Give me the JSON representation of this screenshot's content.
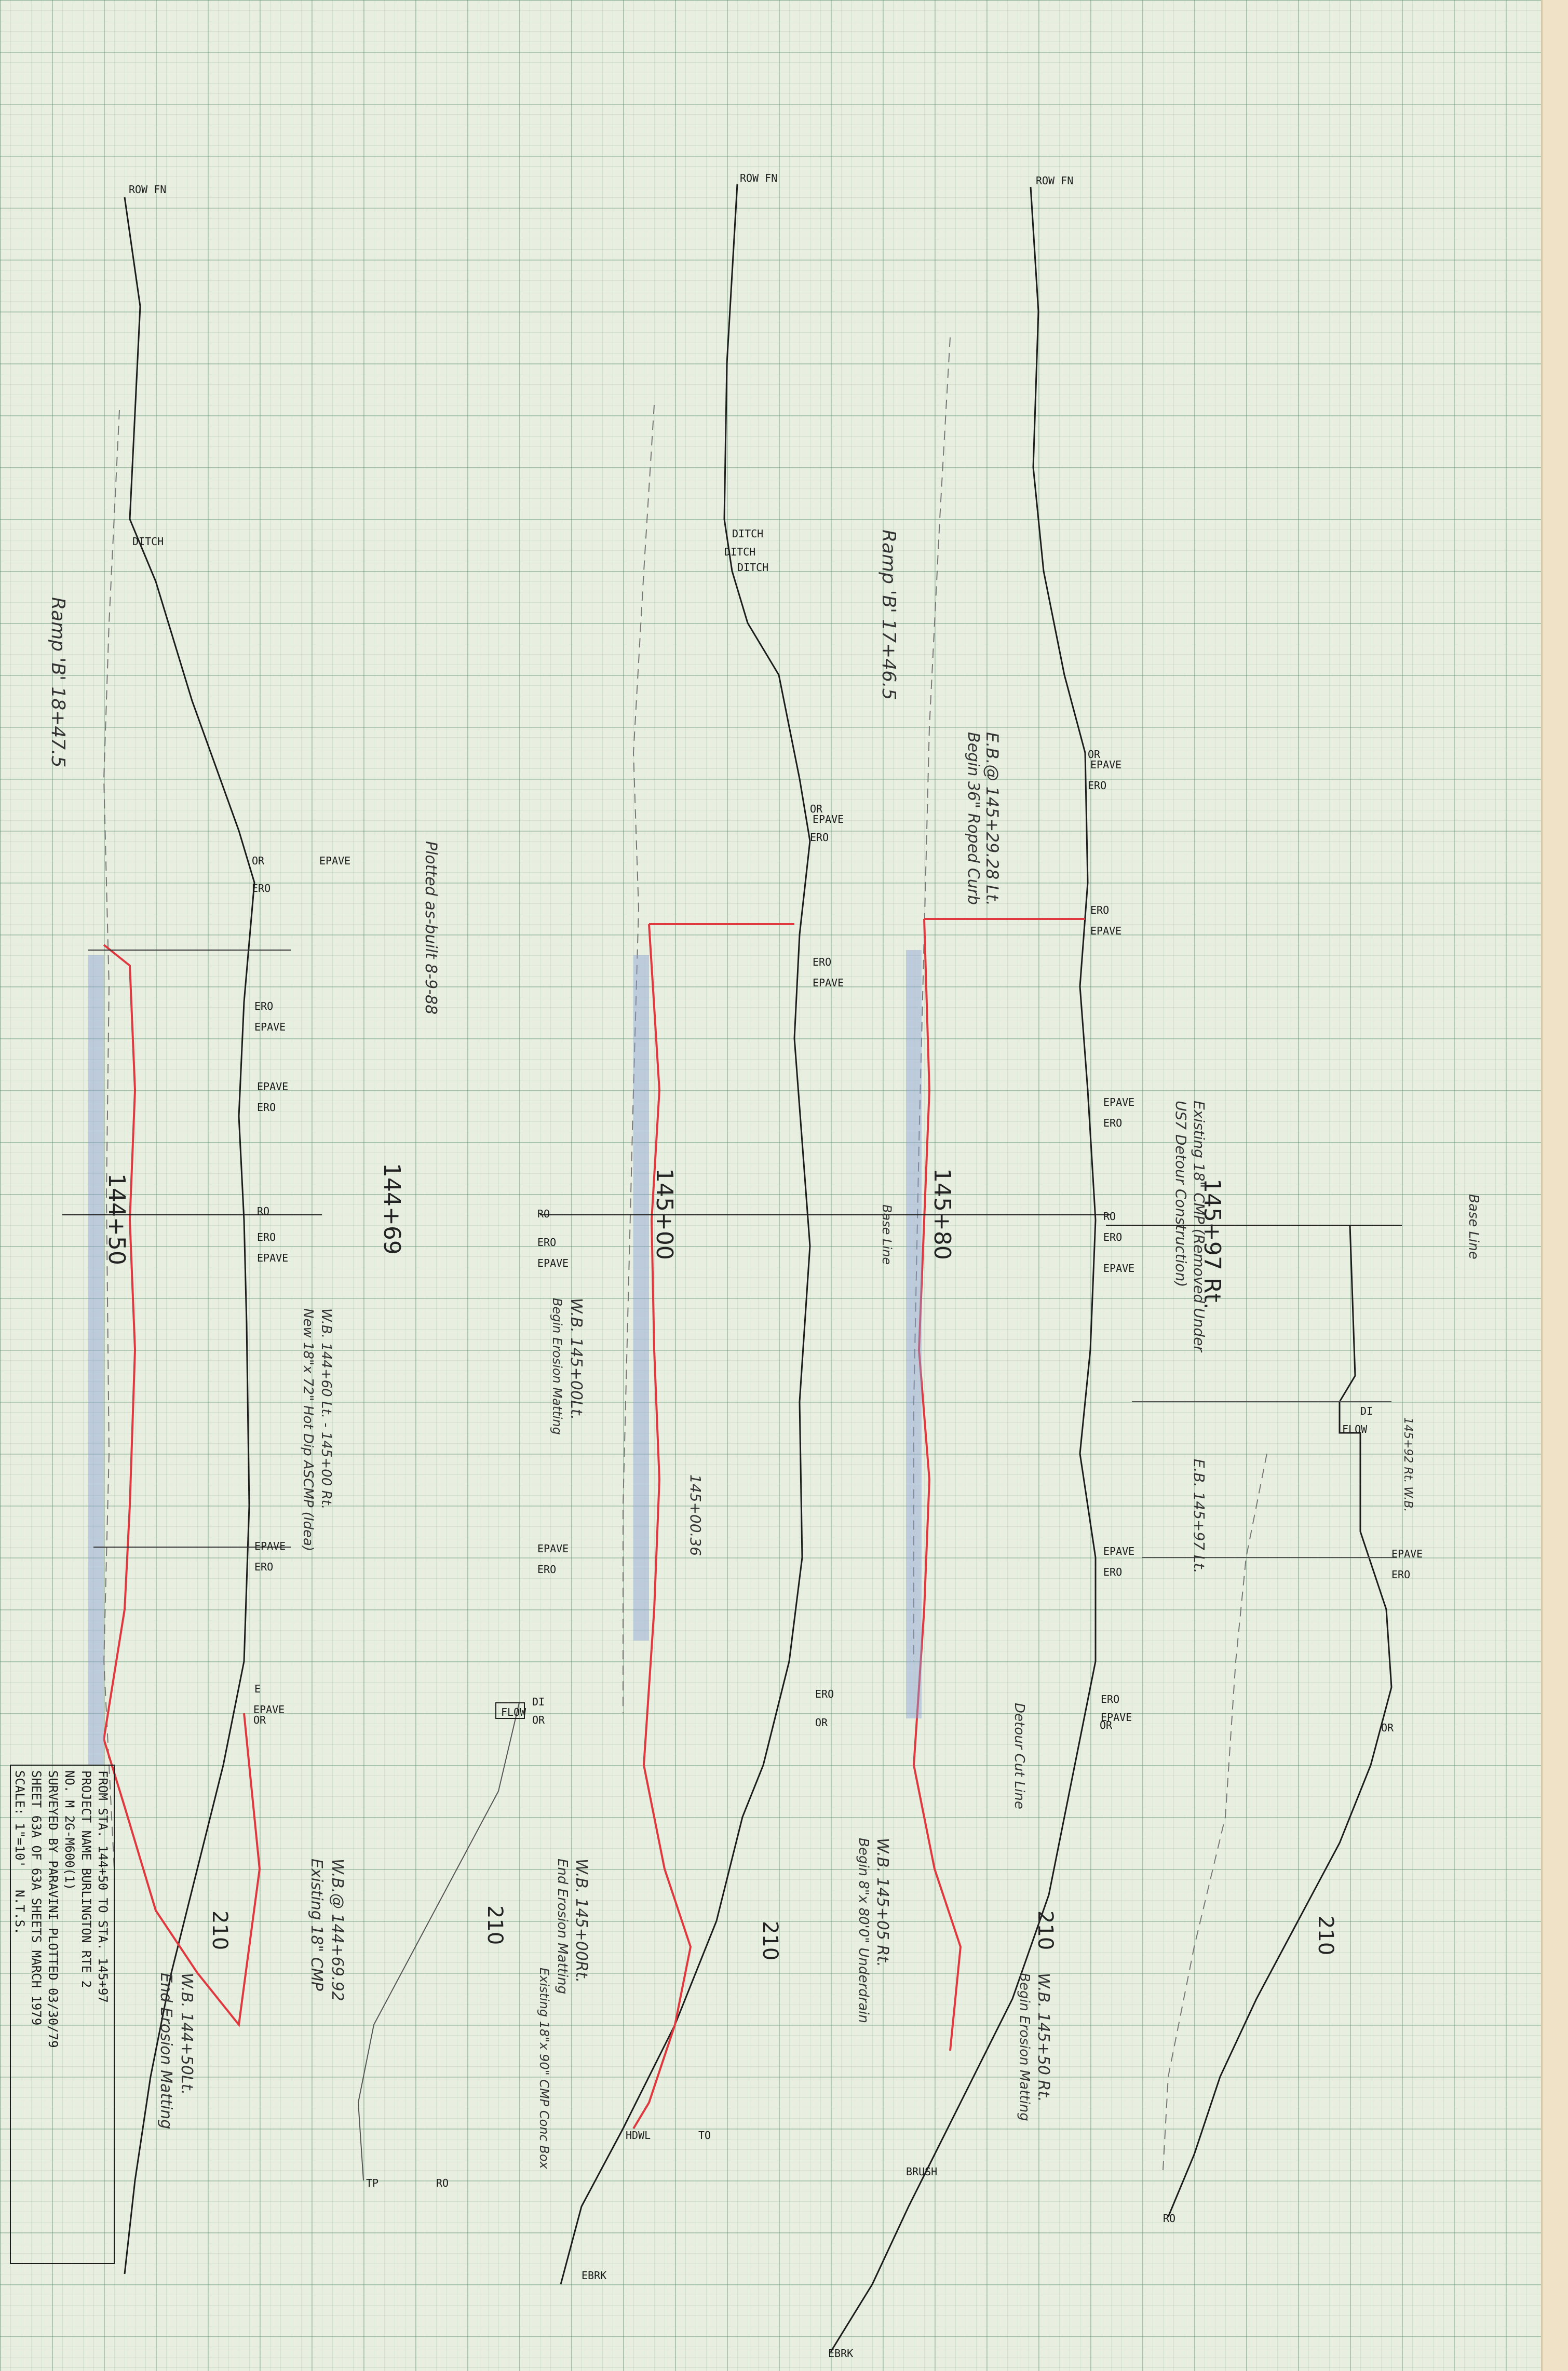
{
  "sections": [
    {
      "station": "144+50",
      "hand_station": "144+69",
      "elevation": "210",
      "top_labels": [
        "ROW FN"
      ],
      "ditch": [
        "DITCH"
      ],
      "edge_labels": [
        "OR",
        "EPAVE",
        "ERO",
        "ERO",
        "EPAVE",
        "EPAVE",
        "ERO",
        "RO",
        "ERO",
        "EPAVE",
        "EPAVE",
        "ERO",
        "E",
        "EPAVE",
        "OR"
      ],
      "notes": [
        "Ramp 'B' 18+47.5",
        "W.B. 144+50Lt.",
        "End Erosion Matting",
        "W.B.@ 144+69.92",
        "Existing 18\" CMP",
        "W.B. 144+60 Lt. - 145+00 Rt.",
        "New 18\"x 72\" Hot Dip ASCMP (Idea)"
      ],
      "red_notes": [
        "Plotted as-built  8-9-88"
      ],
      "bottom_labels": [
        "TP",
        "RO"
      ]
    },
    {
      "station": "145+00",
      "elevation": "210",
      "top_labels": [
        "ROW FN"
      ],
      "ditch": [
        "DITCH",
        "DITCH",
        "DITCH"
      ],
      "edge_labels": [
        "OR",
        "EPAVE",
        "ERO",
        "ERO",
        "EPAVE",
        "RO",
        "ERO",
        "EPAVE",
        "EPAVE",
        "ERO",
        "DI",
        "FLOW",
        "OR",
        "ERO",
        "OR"
      ],
      "notes": [
        "W.B. 145+00Lt.",
        "Begin Erosion Matting",
        "145+00.36",
        "W.B. 145+00Rt.",
        "End Erosion Matting",
        "Existing 18\"x 90\" CMP Conc Box"
      ],
      "bottom_labels": [
        "HDWL",
        "TO",
        "EBRK"
      ]
    },
    {
      "station": "145+80",
      "elevation": "210",
      "top_labels": [
        "ROW FN"
      ],
      "edge_labels": [
        "OR",
        "EPAVE",
        "ERO",
        "ERO",
        "EPAVE",
        "EPAVE",
        "ERO",
        "RO",
        "ERO",
        "EPAVE",
        "EPAVE",
        "ERO",
        "ERO",
        "EPAVE",
        "OR"
      ],
      "notes": [
        "Ramp 'B' 17+46.5",
        "E.B.@ 145+29.28 Lt.",
        "Begin 36\" Roped Curb",
        "Base Line",
        "W.B. 145+05 Rt.",
        "Begin 8\"x 80'0\" Underdrain",
        "Detour Cut Line",
        "W.B. 145+50 Rt.",
        "Begin Erosion Matting"
      ],
      "bottom_labels": [
        "BRUSH",
        "EBRK"
      ]
    },
    {
      "station": "145+97 Rt.",
      "elevation": "210",
      "edge_labels": [
        "DI",
        "FLOW",
        "EPAVE",
        "ERO",
        "OR"
      ],
      "notes": [
        "Existing 18\" CMP (Removed Under",
        "US7 Detour Construction)",
        "Base Line",
        "E.B. 145+97 Lt.",
        "145+92 Rt. W.B."
      ],
      "bottom_labels": [
        "RO"
      ]
    }
  ],
  "title_block": {
    "lines": [
      "FROM STA. 144+50  TO STA. 145+97",
      "PROJECT NAME   BURLINGTON   RTE 2",
      "NO. M 2G-M600(1)",
      "SURVEYED BY  PARAVINI    PLOTTED 03/30/79",
      "SHEET 63A OF 63A SHEETS     MARCH 1979",
      "SCALE: 1\"=10'",
      "N.T.S."
    ]
  },
  "colors": {
    "ground_line": "#1c1c1c",
    "as_built": "#e0383f",
    "pencil": "#6e6e6e",
    "blue_fill": "#8a9fd4"
  }
}
